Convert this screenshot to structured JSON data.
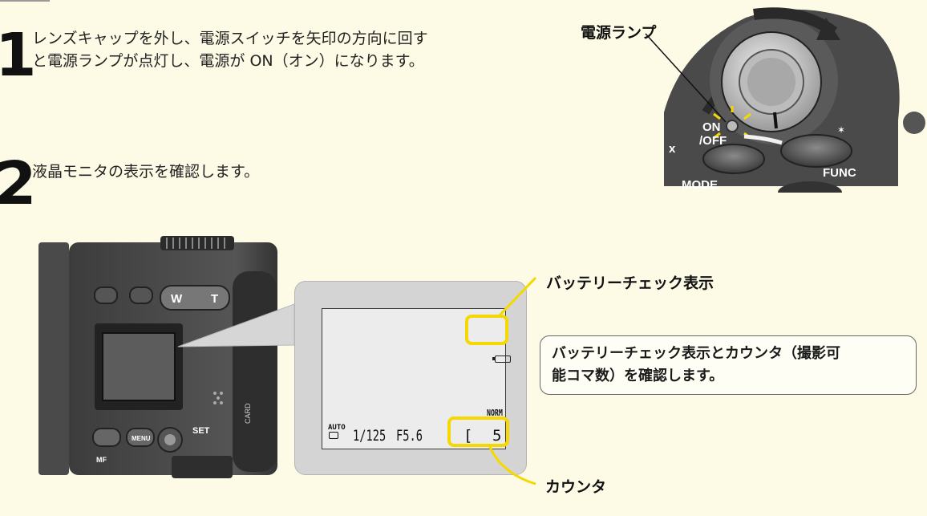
{
  "steps": [
    {
      "number": "1",
      "lines": [
        "レンズキャップを外し、電源スイッチを矢印の方向に回す",
        "と電源ランプが点灯し、電源が ON（オン）になります。"
      ]
    },
    {
      "number": "2",
      "lines": [
        "液晶モニタの表示を確認します。"
      ]
    }
  ],
  "callouts": {
    "power_lamp": "電源ランプ",
    "battery_check": "バッテリーチェック表示",
    "counter": "カウンタ",
    "note_lines": [
      "バッテリーチェック表示とカウンタ（撮影可",
      "能コマ数）を確認します。"
    ]
  },
  "camera_top": {
    "on_off_label_1": "ON",
    "on_off_label_2": "/OFF",
    "mode_label": "MODE",
    "func_label": "FUNC"
  },
  "camera_back": {
    "zoom_w": "W",
    "zoom_t": "T",
    "menu_label": "MENU",
    "set_label": "SET",
    "mf_label": "MF",
    "card_label": "CARD"
  },
  "lcd": {
    "mode_small": "AUTO",
    "shutter": "1/125",
    "aperture": "F5.6",
    "quality": "NORM",
    "counter_value": "5"
  },
  "colors": {
    "highlight": "#f5d800",
    "background": "#fdfbe6"
  }
}
